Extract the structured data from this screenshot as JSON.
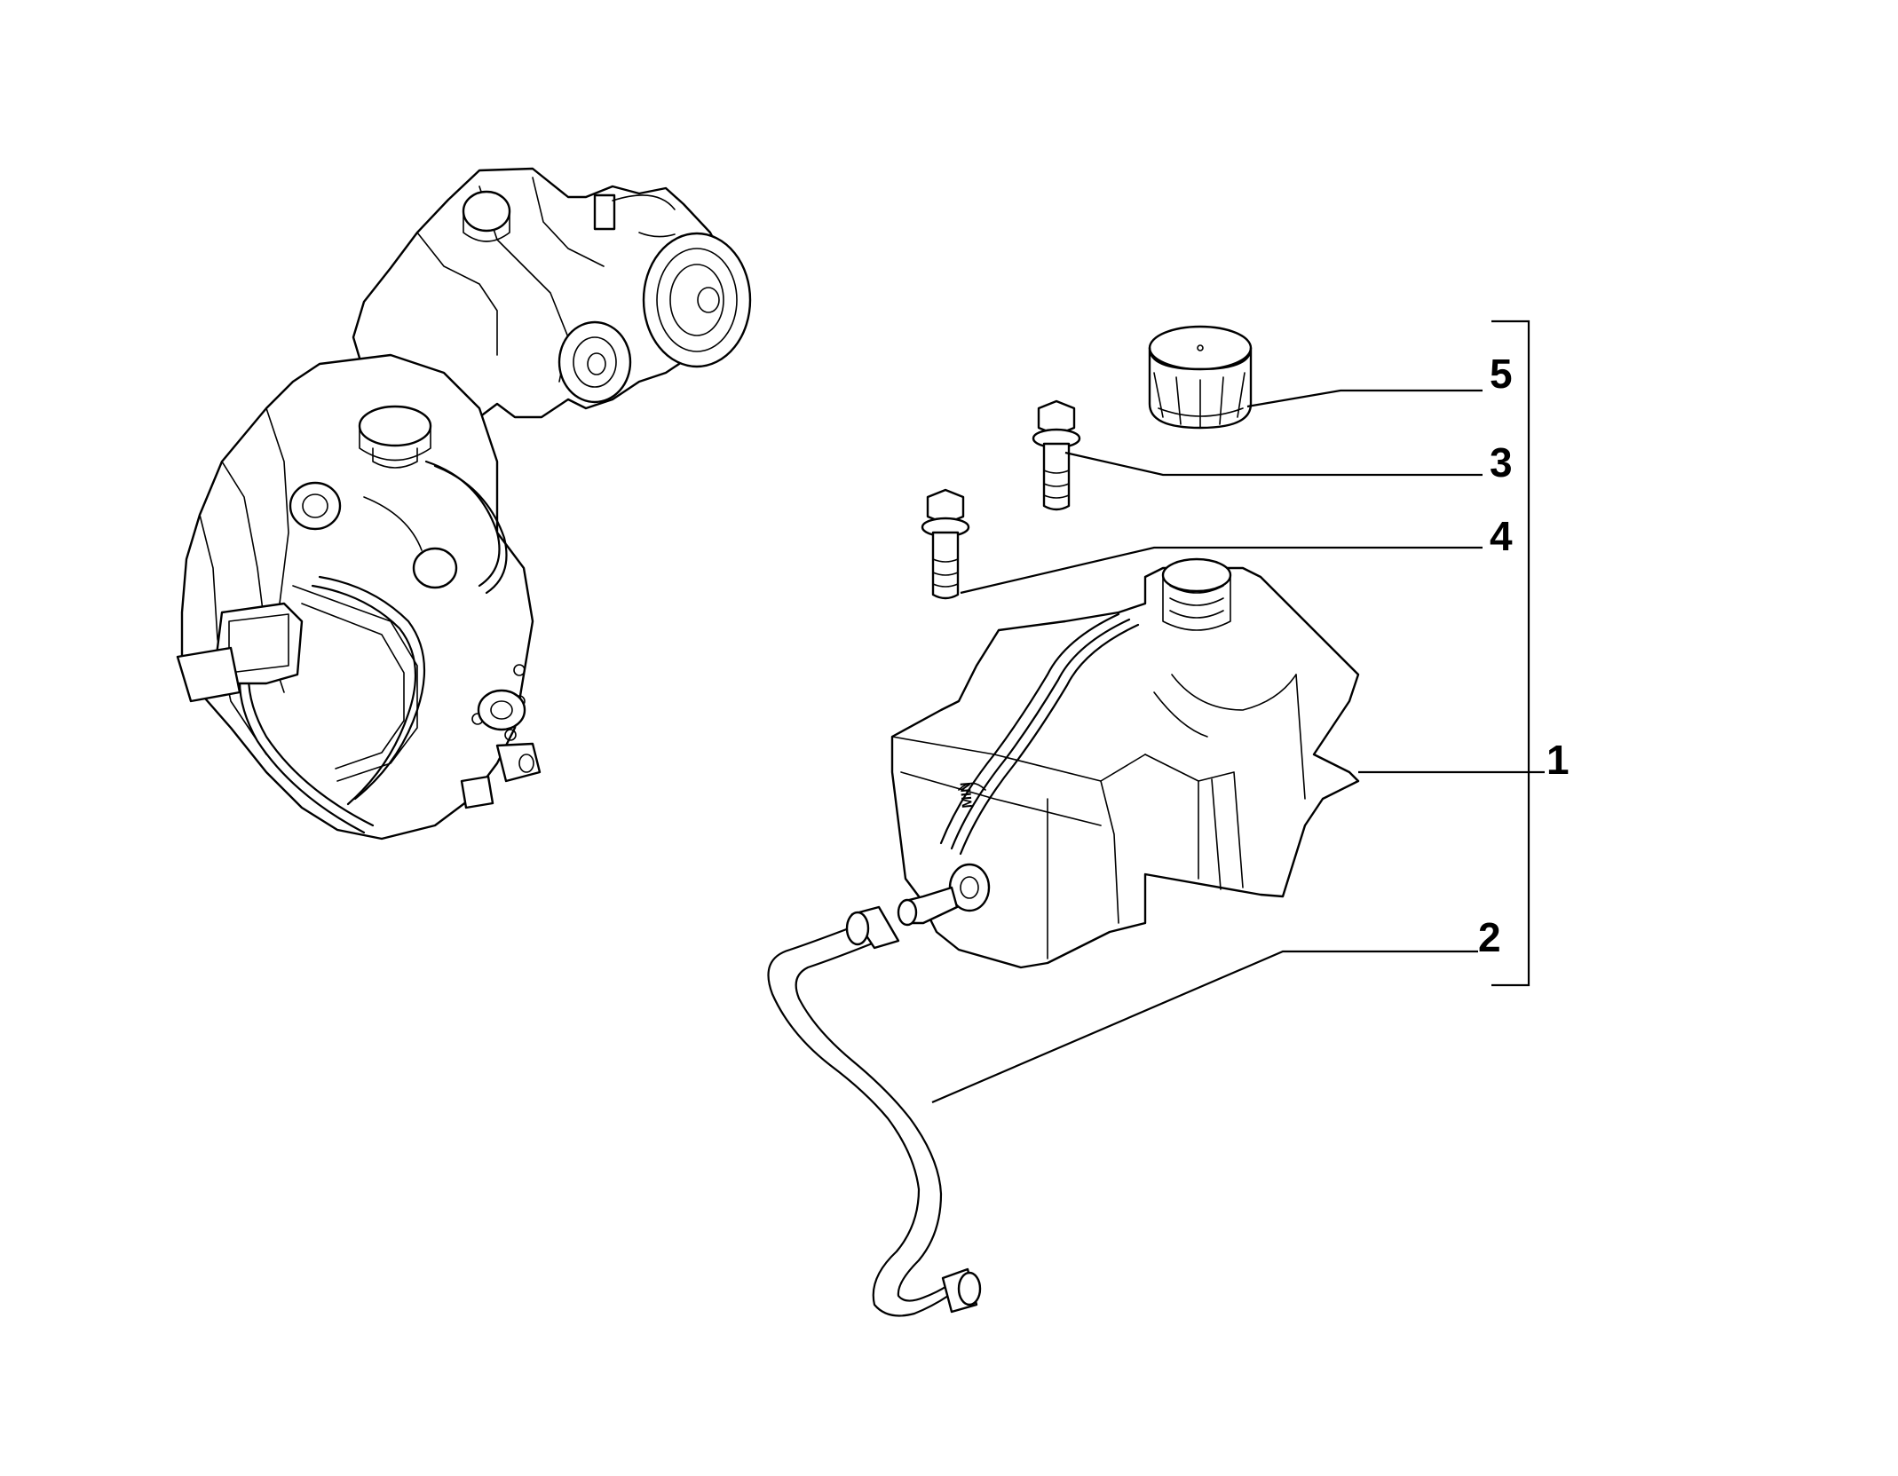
{
  "callouts": [
    {
      "id": "1",
      "label": "1"
    },
    {
      "id": "2",
      "label": "2"
    },
    {
      "id": "3",
      "label": "3"
    },
    {
      "id": "4",
      "label": "4"
    },
    {
      "id": "5",
      "label": "5"
    }
  ],
  "reservoir_marking": "MIN"
}
